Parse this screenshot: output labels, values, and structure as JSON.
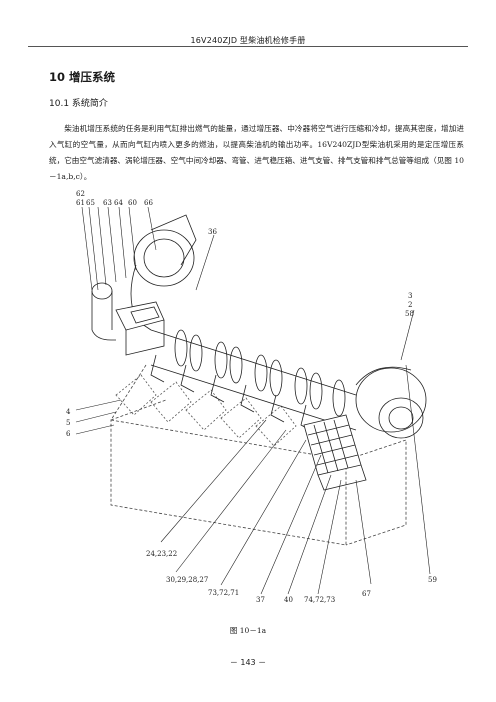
{
  "header": {
    "title": "16V240ZJD 型柴油机检修手册"
  },
  "chapter": {
    "title": "10  增压系统"
  },
  "section": {
    "title": "10.1  系统简介"
  },
  "paragraph": "柴油机增压系统的任务是利用气缸排出燃气的能量，通过增压器、中冷器将空气进行压缩和冷却，提高其密度，增加进入气缸的空气量，从而向气缸内喷入更多的燃油，以提高柴油机的输出功率。16V240ZJD型柴油机采用的是定压增压系统，它由空气滤清器、涡轮增压器、空气中间冷却器、弯管、进气稳压箱、进气支管、排气支管和排气总管等组成（见图 10－1a,b,c）。",
  "figure": {
    "labels": {
      "top_62": "62",
      "top_row": [
        "61",
        "65",
        "63",
        "64",
        "60",
        "66"
      ],
      "l36": "36",
      "right_3": "3",
      "right_2": "2",
      "right_58": "58",
      "left_4": "4",
      "left_5": "5",
      "left_6": "6",
      "b_24": "24,23,22",
      "b_30": "30,29,28,27",
      "b_73": "73,72,71",
      "b_37": "37",
      "b_40": "40",
      "b_74": "74,72,73",
      "b_67": "67",
      "b_59": "59"
    }
  },
  "caption": "图 10－1a",
  "page_number": "－ 143 －"
}
